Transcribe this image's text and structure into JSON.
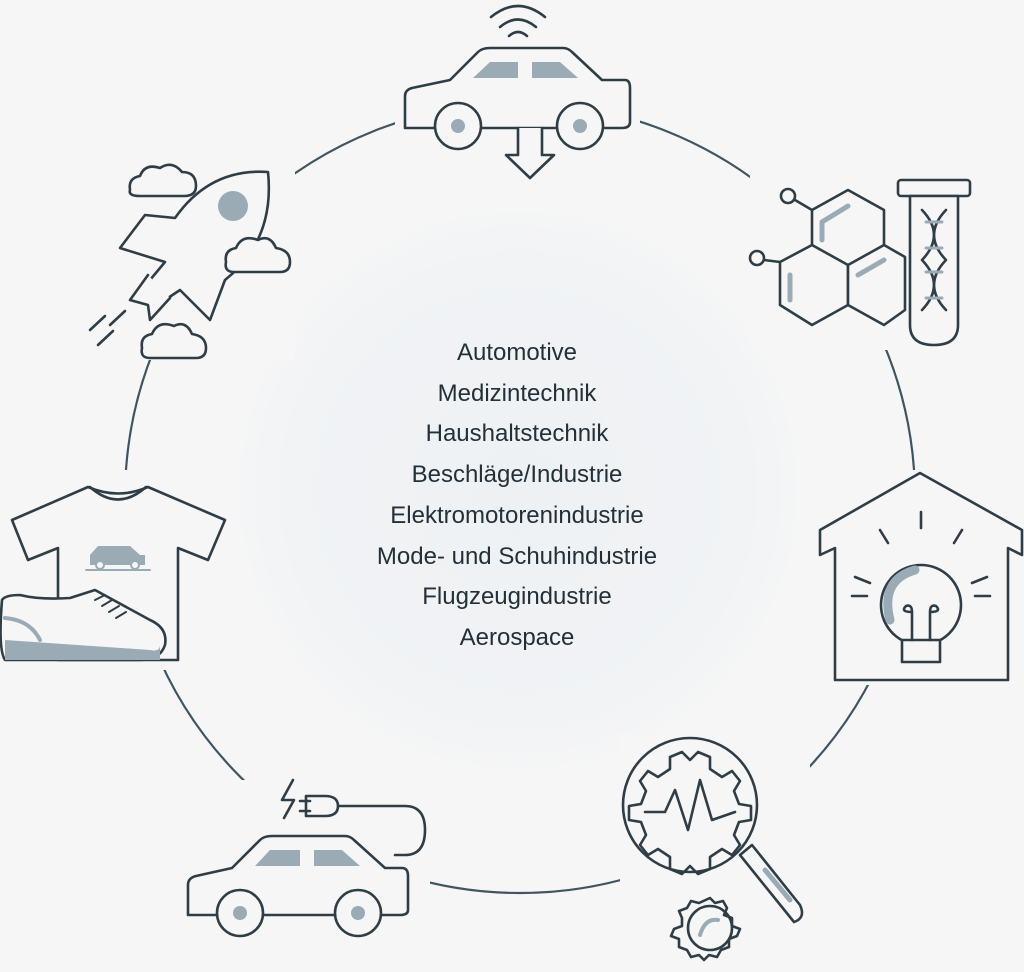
{
  "industries": [
    "Automotive",
    "Medizintechnik",
    "Haushaltstechnik",
    "Beschläge/Industrie",
    "Elektromotorenindustrie",
    "Mode- und Schuhindustrie",
    "Flugzeugindustrie",
    "Aerospace"
  ],
  "colors": {
    "stroke": "#2f3d46",
    "accent": "#9aabb6",
    "background": "#f6f6f6"
  },
  "icons": [
    "connected-car-icon",
    "chemistry-dna-icon",
    "smart-home-lightbulb-icon",
    "gear-magnifier-icon",
    "electric-car-icon",
    "fashion-shoe-icon",
    "rocket-icon"
  ]
}
